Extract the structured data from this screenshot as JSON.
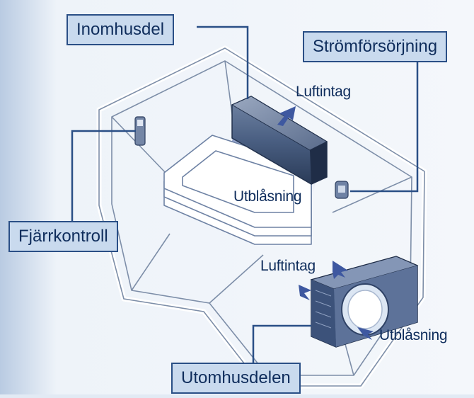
{
  "labels": {
    "indoor_unit": "Inomhusdel",
    "power_supply": "Strömförsörjning",
    "remote_control": "Fjärrkontroll",
    "outdoor_unit": "Utomhusdelen"
  },
  "airflow": {
    "indoor_intake": "Luftintag",
    "indoor_outlet": "Utblåsning",
    "outdoor_intake": "Luftintag",
    "outdoor_outlet": "Utblåsning"
  },
  "colors": {
    "background": "#e2eaf4",
    "label_fill": "#c9daee",
    "label_border": "#2a4f86",
    "leader_line": "#2a4f86",
    "text": "#0f2d5c"
  }
}
